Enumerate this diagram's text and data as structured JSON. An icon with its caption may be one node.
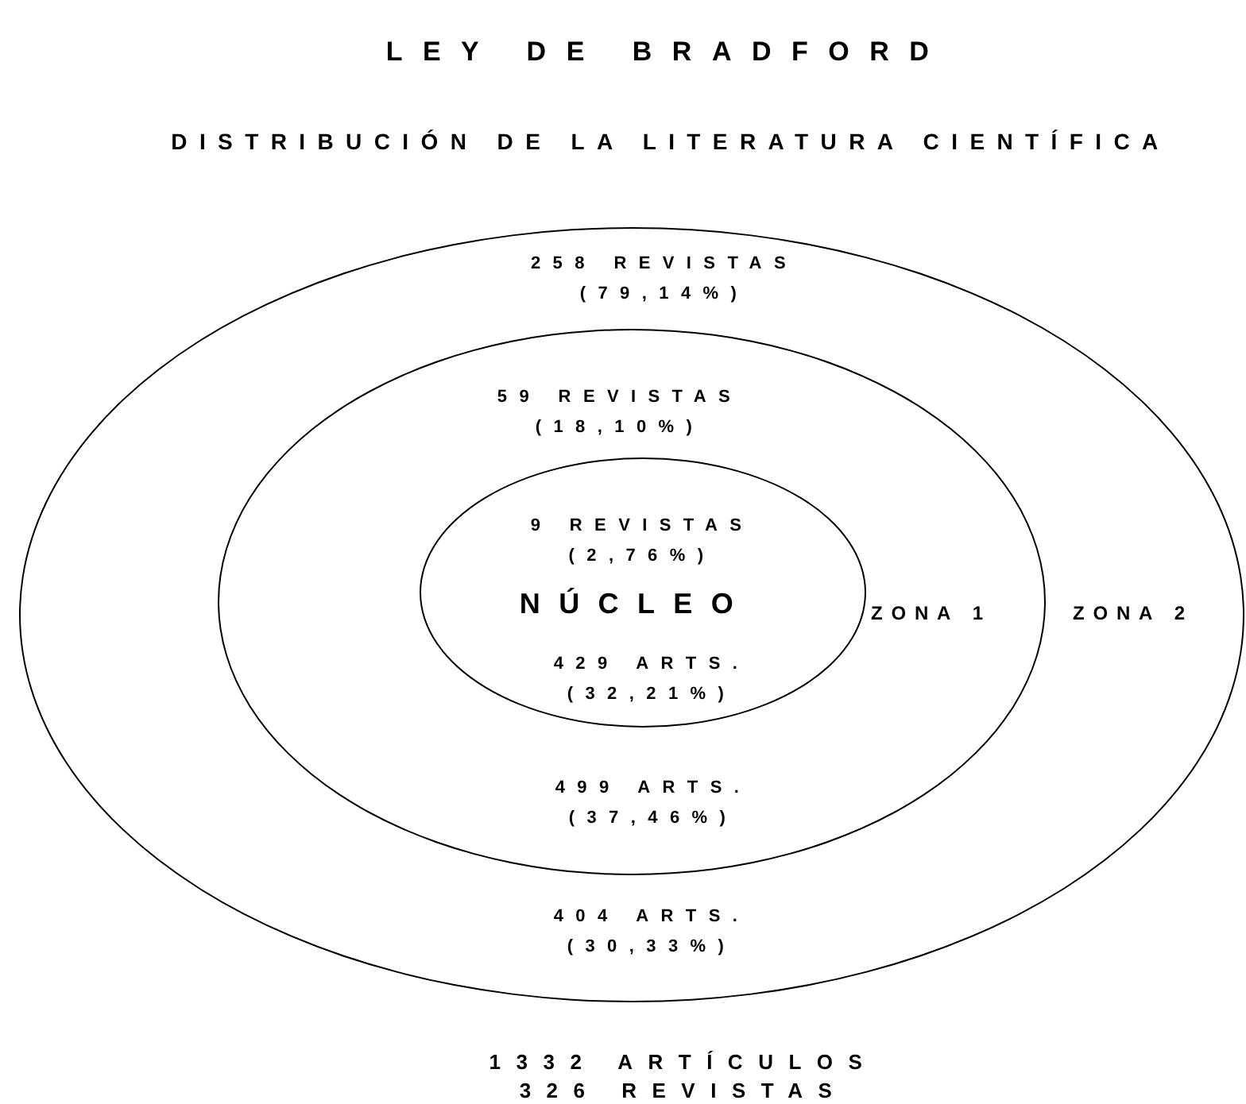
{
  "diagram": {
    "title": "LEY DE BRADFORD",
    "nodes": [
      {
        "text": [
          "258 REVISTAS (79,14%)",
          "ZONA 2",
          "404 ARTS. (30,33%)"
        ]
      },
      {
        "text": [
          "59 REVISTAS (18,10%)",
          "ZONA 1",
          "499 ARTS. (37,46%)"
        ],
        "in": 0
      },
      {
        "text": [
          "9 REVISTAS (2,76%)",
          "NÚCLEO",
          "429 ARTS. (32,21%)"
        ],
        "in": 1
      }
    ],
    "labels": [
      "DISTRIBUCIÓN DE LA LITERATURA CIENTÍFICA",
      "1332 ARTÍCULOS",
      "326 REVISTAS"
    ]
  }
}
